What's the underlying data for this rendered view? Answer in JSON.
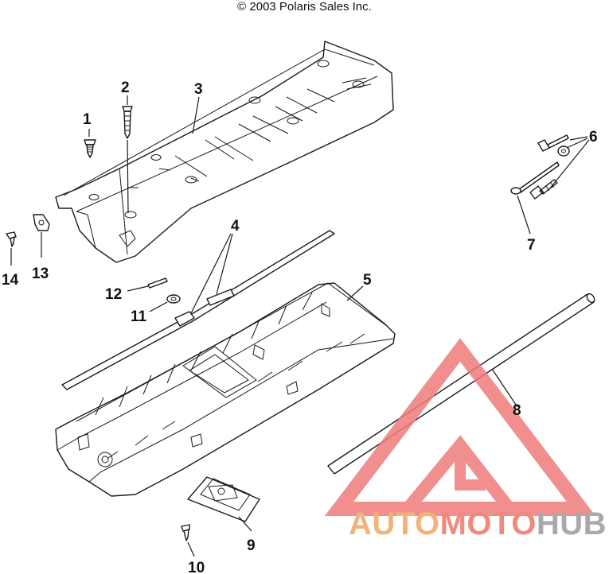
{
  "copyright": "© 2003 Polaris Sales Inc.",
  "callouts": [
    "1",
    "2",
    "3",
    "4",
    "5",
    "6",
    "7",
    "8",
    "9",
    "10",
    "11",
    "12",
    "13",
    "14"
  ],
  "watermark": {
    "segments": [
      {
        "text": "AUTO",
        "color": "#f2b37a"
      },
      {
        "text": "MOTO",
        "color": "#f08a7e"
      },
      {
        "text": "HUB",
        "color": "#a9a9a9"
      }
    ],
    "logo_color": "#ef7b7b"
  }
}
